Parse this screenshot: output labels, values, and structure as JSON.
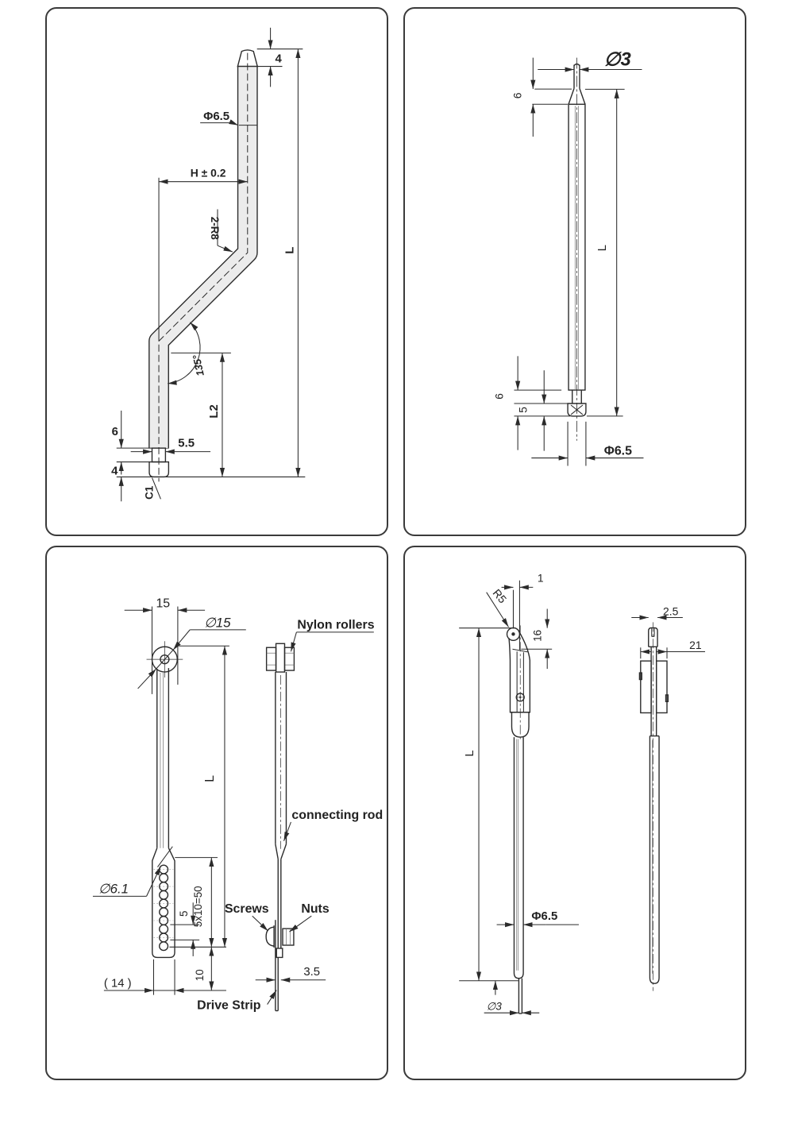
{
  "line_color": "#2b2b2b",
  "rod_fill": "#ececec",
  "panel1": {
    "dims": {
      "tip_len": "4",
      "rod_dia": "Φ6.5",
      "offset": "H ± 0.2",
      "bend_radius": "2-R8",
      "bend_angle": "135°",
      "total_len": "L",
      "lower_len": "L2",
      "neck_len": "6",
      "neck_dia": "5.5",
      "collar_len": "4",
      "chamfer": "C1"
    }
  },
  "panel2": {
    "dims": {
      "tip_dia": "∅3",
      "tip_len": "6",
      "total_len": "L",
      "bottom_len": "6",
      "collar_len": "5",
      "rod_dia": "Φ6.5"
    }
  },
  "panel3": {
    "dims": {
      "head_width": "15",
      "head_dia": "∅15",
      "total_len": "L",
      "hole_dia": "∅6.1",
      "hole_pitch": "5",
      "pitch_total": "5x10=50",
      "tail_len": "10",
      "paddle_width": "( 14 )",
      "strip_width": "3.5"
    },
    "labels": {
      "nylon_rollers": "Nylon rollers",
      "connecting_rod": "connecting rod",
      "screws": "Screws",
      "nuts": "Nuts",
      "drive_strip": "Drive Strip"
    }
  },
  "panel4": {
    "dims": {
      "pivot_offset": "1",
      "hook_radius": "R5",
      "hook_depth": "16",
      "total_len": "L",
      "rod_dia": "Φ6.5",
      "tip_dia": "∅3",
      "stub_dia": "2.5",
      "body_len": "21"
    }
  }
}
